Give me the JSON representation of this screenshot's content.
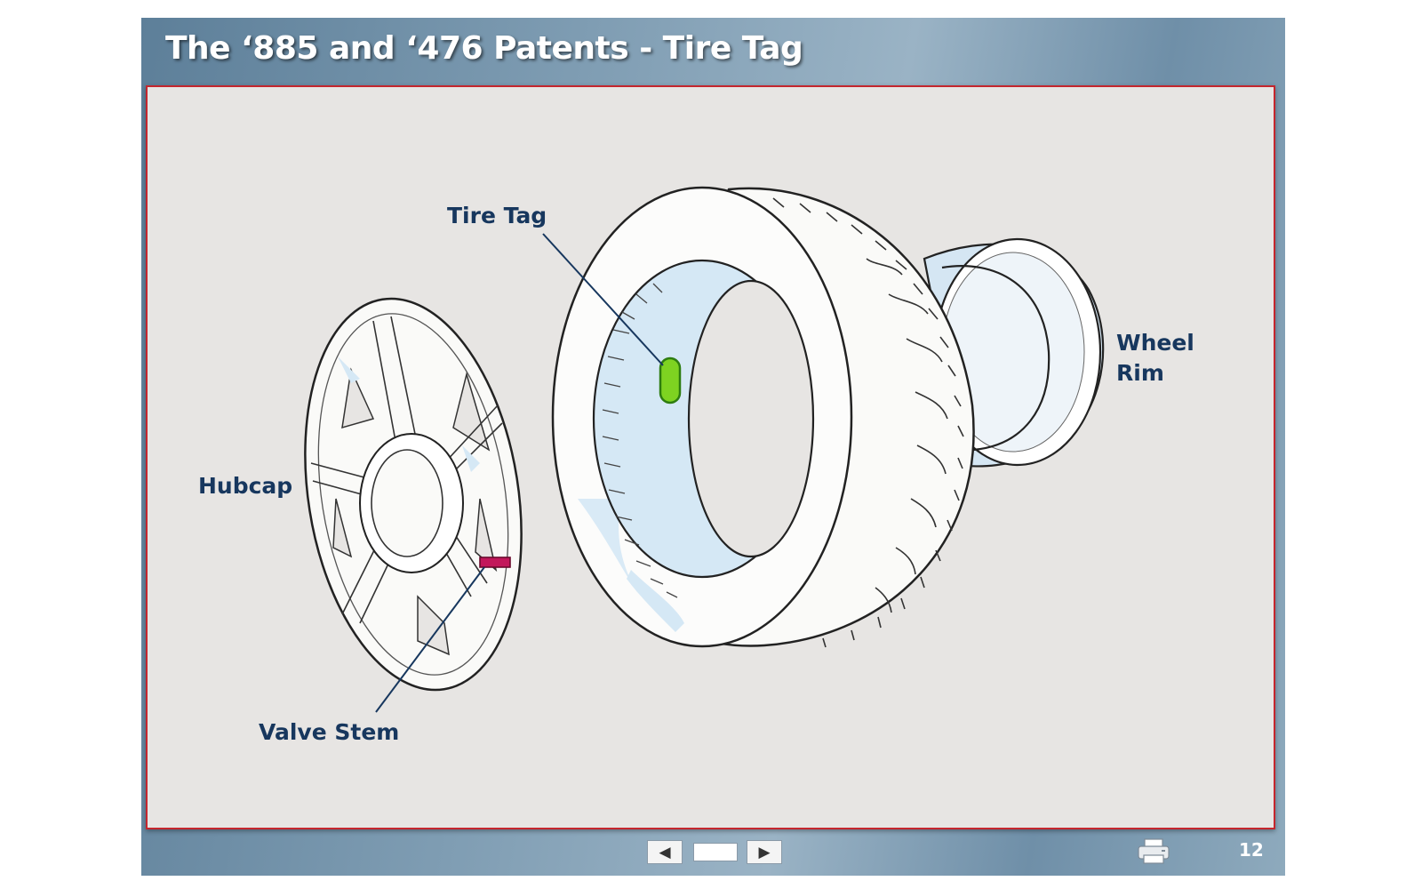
{
  "slide": {
    "title": "The ‘885 and ‘476 Patents - Tire Tag",
    "page_number": "12"
  },
  "labels": {
    "tire_tag": "Tire Tag",
    "wheel_rim_line1": "Wheel",
    "wheel_rim_line2": "Rim",
    "hubcap": "Hubcap",
    "valve_stem": "Valve Stem"
  },
  "footer": {
    "prev_icon": "◀",
    "next_icon": "▶",
    "print_icon": "printer-icon"
  },
  "colors": {
    "frame_border": "#c4262e",
    "label_text": "#17375e",
    "tire_tag_highlight": "#7ed321",
    "valve_stem_highlight": "#c2185b"
  }
}
